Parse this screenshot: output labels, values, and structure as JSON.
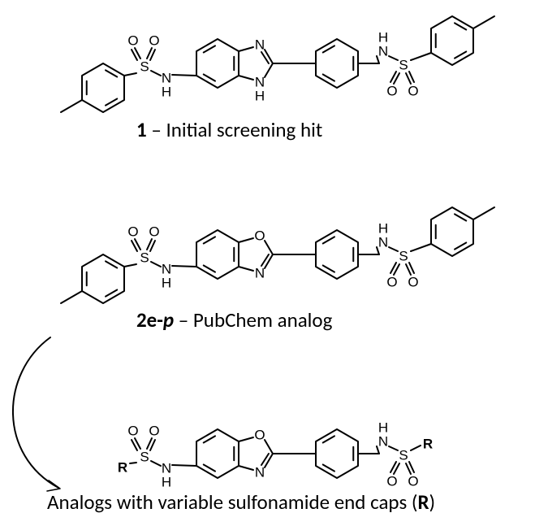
{
  "compounds": [
    {
      "id": "1",
      "number": "1",
      "dash": " – ",
      "description": "Initial screening hit",
      "core_heteroatoms": [
        "N",
        "N"
      ],
      "core_h": "H",
      "sulfonamide_caps": [
        "p-tolyl",
        "p-tolyl"
      ]
    },
    {
      "id": "2e-p",
      "number": "2e-",
      "number_italic": "p",
      "dash": " – ",
      "description": "PubChem analog",
      "core_heteroatoms": [
        "O",
        "N"
      ],
      "sulfonamide_caps": [
        "p-tolyl",
        "p-tolyl"
      ]
    },
    {
      "id": "analogs",
      "description_prefix": "Analogs with variable sulfonamide end caps (",
      "r_label": "R",
      "description_suffix": ")",
      "core_heteroatoms": [
        "O",
        "N"
      ],
      "sulfonamide_caps": [
        "R",
        "R"
      ]
    }
  ],
  "atoms": {
    "sulfur": "S",
    "oxygen": "O",
    "nitrogen": "N",
    "hydrogen": "H",
    "r_group": "R"
  }
}
